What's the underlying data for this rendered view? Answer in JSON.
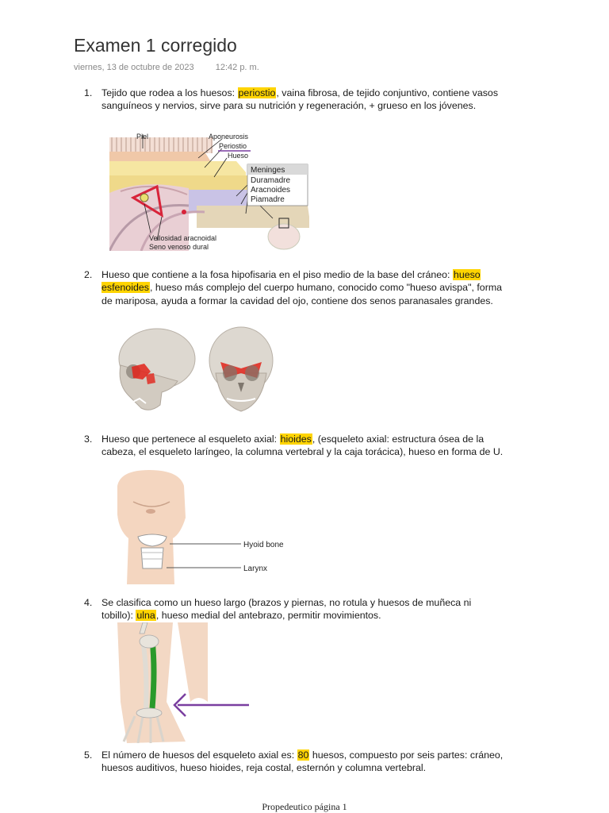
{
  "page": {
    "title": "Examen 1 corregido",
    "date": "viernes, 13 de octubre de 2023",
    "time": "12:42 p. m.",
    "footer": "Propedeutico página 1"
  },
  "questions": [
    {
      "num": "1.",
      "before": "Tejido que rodea a los huesos: ",
      "answer": "periostio",
      "after": ", vaina fibrosa, de tejido conjuntivo, contiene vasos sanguíneos y nervios, sirve para su  nutrición y regeneración, + grueso en los jóvenes."
    },
    {
      "num": "2.",
      "before": "Hueso que contiene a la fosa hipofisaria en el piso medio de la base del cráneo: ",
      "answer": "hueso esfenoides",
      "after": ", hueso más complejo del cuerpo humano, conocido como \"hueso avispa\", forma de mariposa, ayuda a formar la cavidad del ojo, contiene dos senos paranasales grandes."
    },
    {
      "num": "3.",
      "before": "Hueso que pertenece al esqueleto axial: ",
      "answer": "hioides",
      "after": ", (esqueleto axial: estructura ósea de la cabeza, el esqueleto laríngeo, la columna vertebral y la caja torácica), hueso en forma de U."
    },
    {
      "num": "4.",
      "before": "Se clasifica como un hueso largo (brazos y piernas, no rotula y huesos de muñeca ni tobillo): ",
      "answer": "ulna",
      "after": ", hueso medial del antebrazo, permitir movimientos."
    },
    {
      "num": "5.",
      "before": "El número de huesos del esqueleto axial es: ",
      "answer": "80",
      "after": " huesos, compuesto por seis partes: cráneo, huesos auditivos, hueso hioides, reja costal, esternón y columna vertebral."
    }
  ],
  "figures": {
    "meninges": {
      "label_piel": "Piel",
      "label_aponeurosis": "Aponeurosis",
      "label_periostio": "Periostio",
      "label_hueso": "Hueso",
      "legend_title": "Meninges",
      "legend_items": [
        "Duramadre",
        "Aracnoides",
        "Piamadre"
      ],
      "label_vellosidad": "Vellosidad aracnoidal",
      "label_seno": "Seno venoso dural"
    },
    "hyoid": {
      "label_hyoid": "Hyoid bone",
      "label_larynx": "Larynx"
    }
  },
  "colors": {
    "highlight": "#ffd400",
    "bone_red": "#e2231a",
    "ulna_green": "#2a9a2a",
    "arrow_purple": "#7a3fa0"
  }
}
